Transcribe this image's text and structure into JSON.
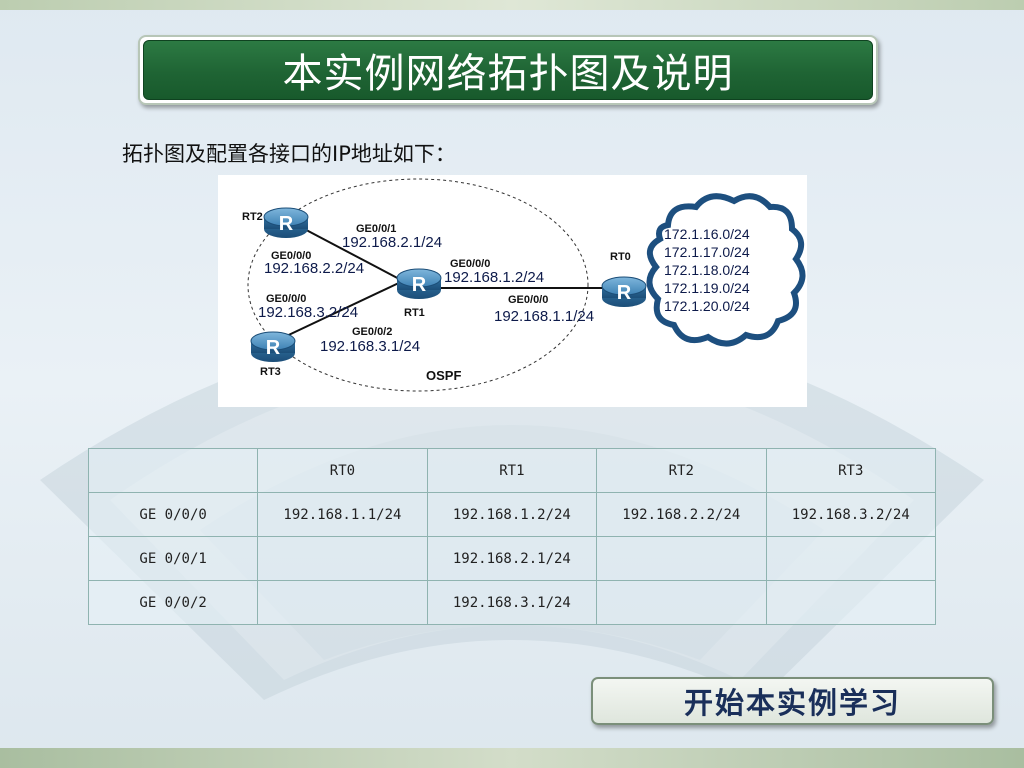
{
  "title": "本实例网络拓扑图及说明",
  "subtitle": "拓扑图及配置各接口的IP地址如下：",
  "diagram": {
    "routers": {
      "rt2": {
        "name": "RT2",
        "glyph": "R"
      },
      "rt1": {
        "name": "RT1",
        "glyph": "R"
      },
      "rt3": {
        "name": "RT3",
        "glyph": "R"
      },
      "rt0": {
        "name": "RT0",
        "glyph": "R"
      }
    },
    "links": {
      "rt2_rt1": {
        "rt1_port": "GE0/0/1",
        "rt1_ip": "192.168.2.1/24",
        "rt2_port": "GE0/0/0",
        "rt2_ip": "192.168.2.2/24"
      },
      "rt3_rt1": {
        "rt3_port": "GE0/0/0",
        "rt3_ip": "192.168.3.2/24",
        "rt1_port": "GE0/0/2",
        "rt1_ip": "192.168.3.1/24"
      },
      "rt1_rt0": {
        "rt1_port": "GE0/0/0",
        "rt1_ip": "192.168.1.2/24",
        "rt0_port": "GE0/0/0",
        "rt0_ip": "192.168.1.1/24"
      }
    },
    "area_label": "OSPF",
    "cloud_networks": [
      "172.1.16.0/24",
      "172.1.17.0/24",
      "172.1.18.0/24",
      "172.1.19.0/24",
      "172.1.20.0/24"
    ]
  },
  "table": {
    "header": [
      "",
      "RT0",
      "RT1",
      "RT2",
      "RT3"
    ],
    "rows": [
      [
        "GE 0/0/0",
        "192.168.1.1/24",
        "192.168.1.2/24",
        "192.168.2.2/24",
        "192.168.3.2/24"
      ],
      [
        "GE 0/0/1",
        "",
        "192.168.2.1/24",
        "",
        ""
      ],
      [
        "GE 0/0/2",
        "",
        "192.168.3.1/24",
        "",
        ""
      ]
    ]
  },
  "start_button": "开始本实例学习",
  "colors": {
    "title_green": "#1f6434",
    "router_blue": "#2a6e9c",
    "cloud_border": "#1d4f7f",
    "table_border": "#8fb3b0"
  }
}
